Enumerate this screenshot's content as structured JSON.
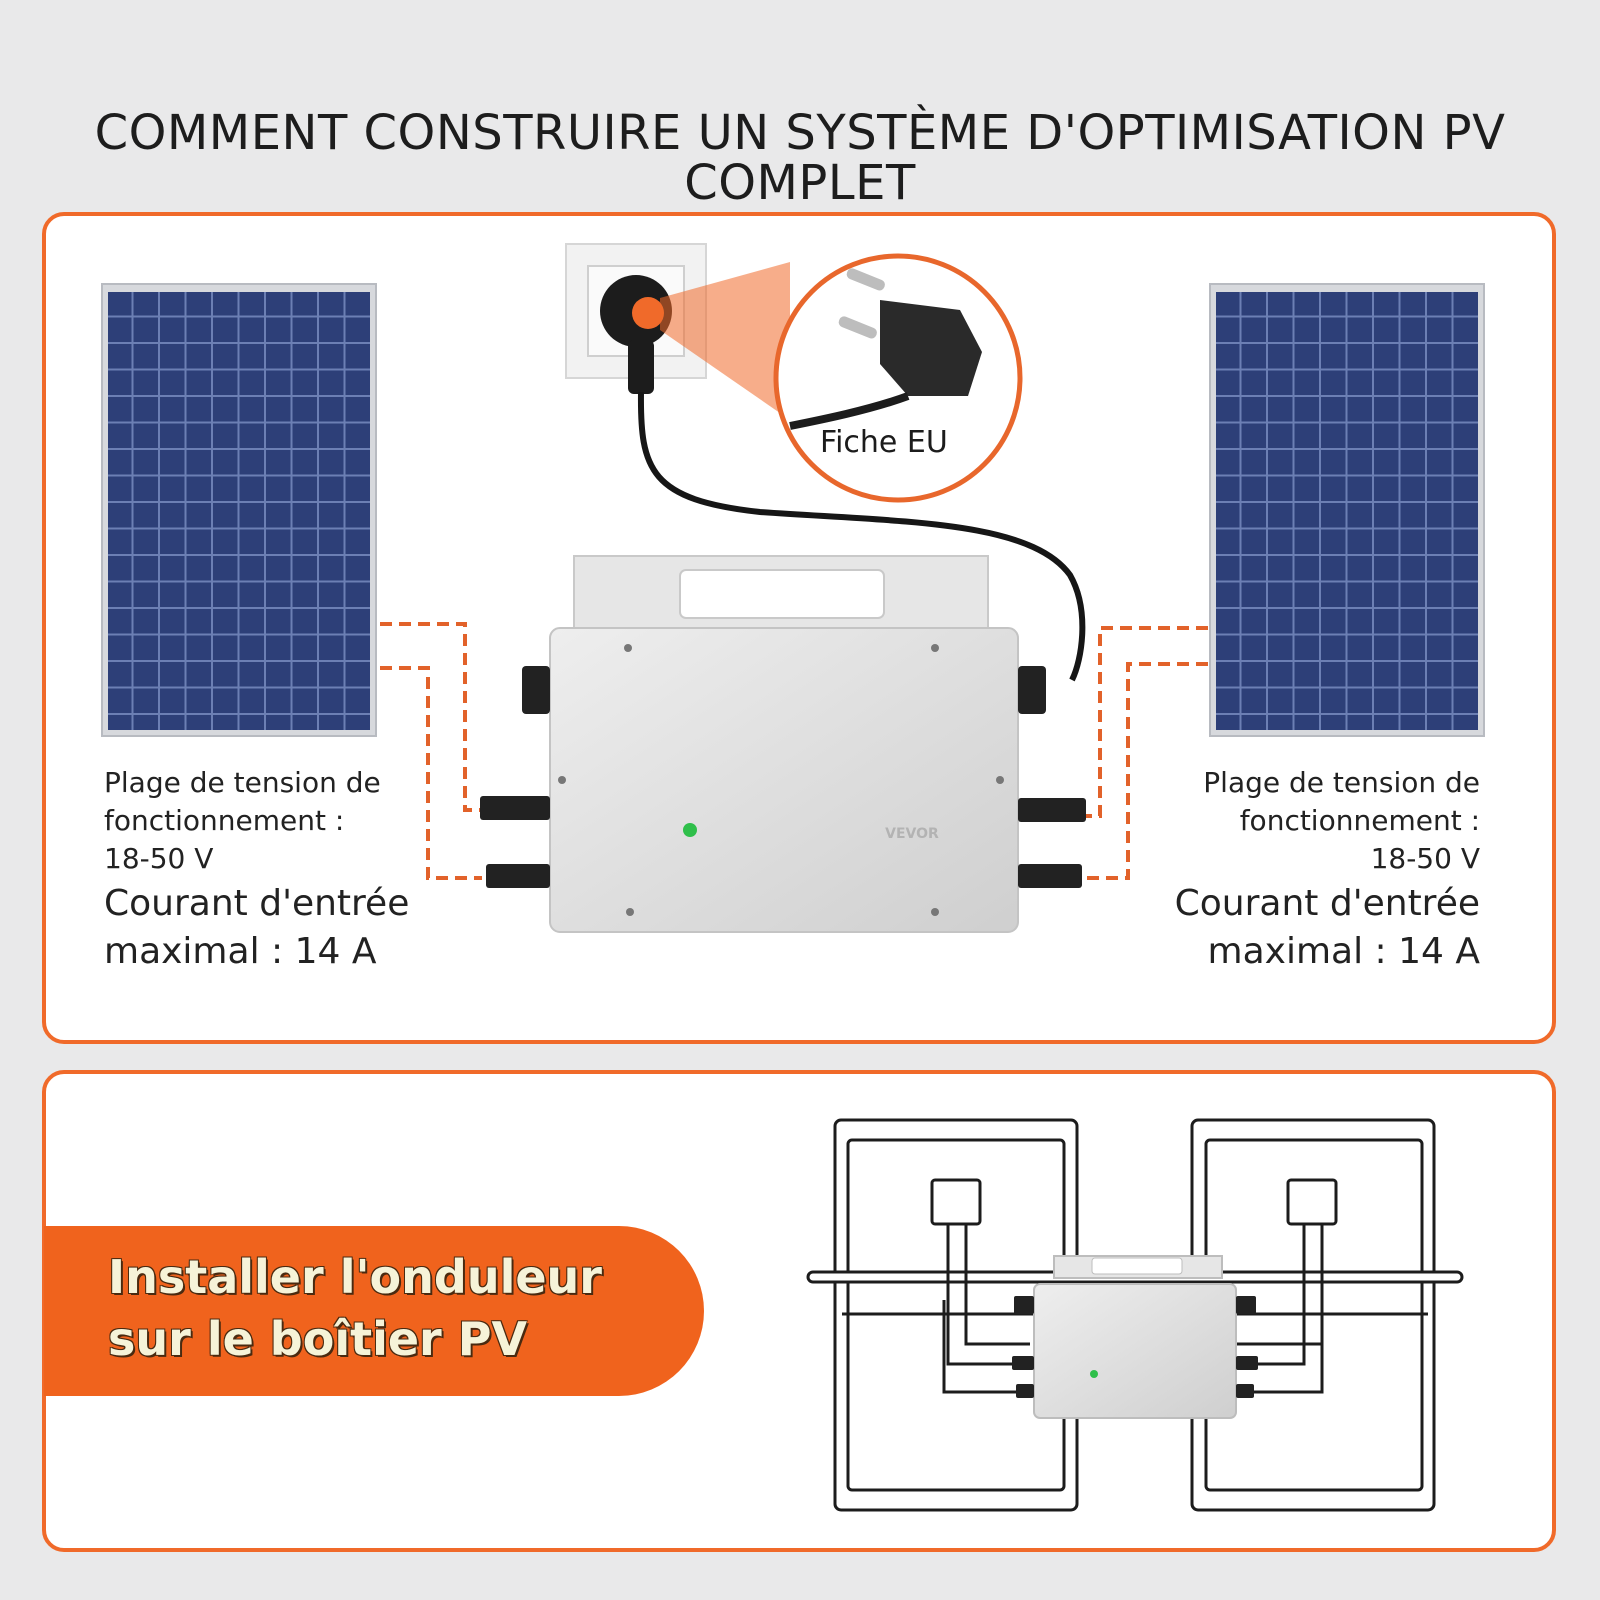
{
  "title_line1": "COMMENT CONSTRUIRE UN SYSTÈME D'OPTIMISATION PV",
  "title_line2": "COMPLET",
  "plug_label": "Fiche EU",
  "brand": "VEVOR",
  "left_spec": {
    "range_label_1": "Plage de tension de",
    "range_label_2": "fonctionnement :",
    "range_value": "18-50 V",
    "current_1": "Courant d'entrée",
    "current_2": "maximal : 14 A"
  },
  "right_spec": {
    "range_label_1": "Plage de tension de",
    "range_label_2": "fonctionnement :",
    "range_value": "18-50 V",
    "current_1": "Courant d'entrée",
    "current_2": "maximal : 14 A"
  },
  "banner": {
    "line1": "Installer l'onduleur",
    "line2": "sur le boîtier PV"
  },
  "colors": {
    "accent": "#f06a2a",
    "panel_blue": "#2d3f78",
    "status_led": "#2fbf4a"
  }
}
